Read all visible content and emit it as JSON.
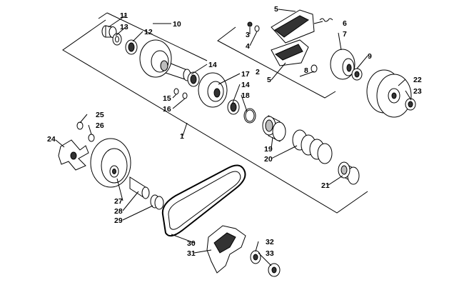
{
  "callouts": {
    "c1": "1",
    "c2": "2",
    "c3": "3",
    "c4": "4",
    "c5a": "5",
    "c5b": "5",
    "c6": "6",
    "c7": "7",
    "c8": "8",
    "c9": "9",
    "c10": "10",
    "c11": "11",
    "c12": "12",
    "c13": "13",
    "c14a": "14",
    "c14b": "14",
    "c15": "15",
    "c16": "16",
    "c17": "17",
    "c18": "18",
    "c19": "19",
    "c20": "20",
    "c21": "21",
    "c22": "22",
    "c23": "23",
    "c24": "24",
    "c25": "25",
    "c26": "26",
    "c27": "27",
    "c28": "28",
    "c29": "29",
    "c30": "30",
    "c31": "31",
    "c32": "32",
    "c33": "33"
  }
}
